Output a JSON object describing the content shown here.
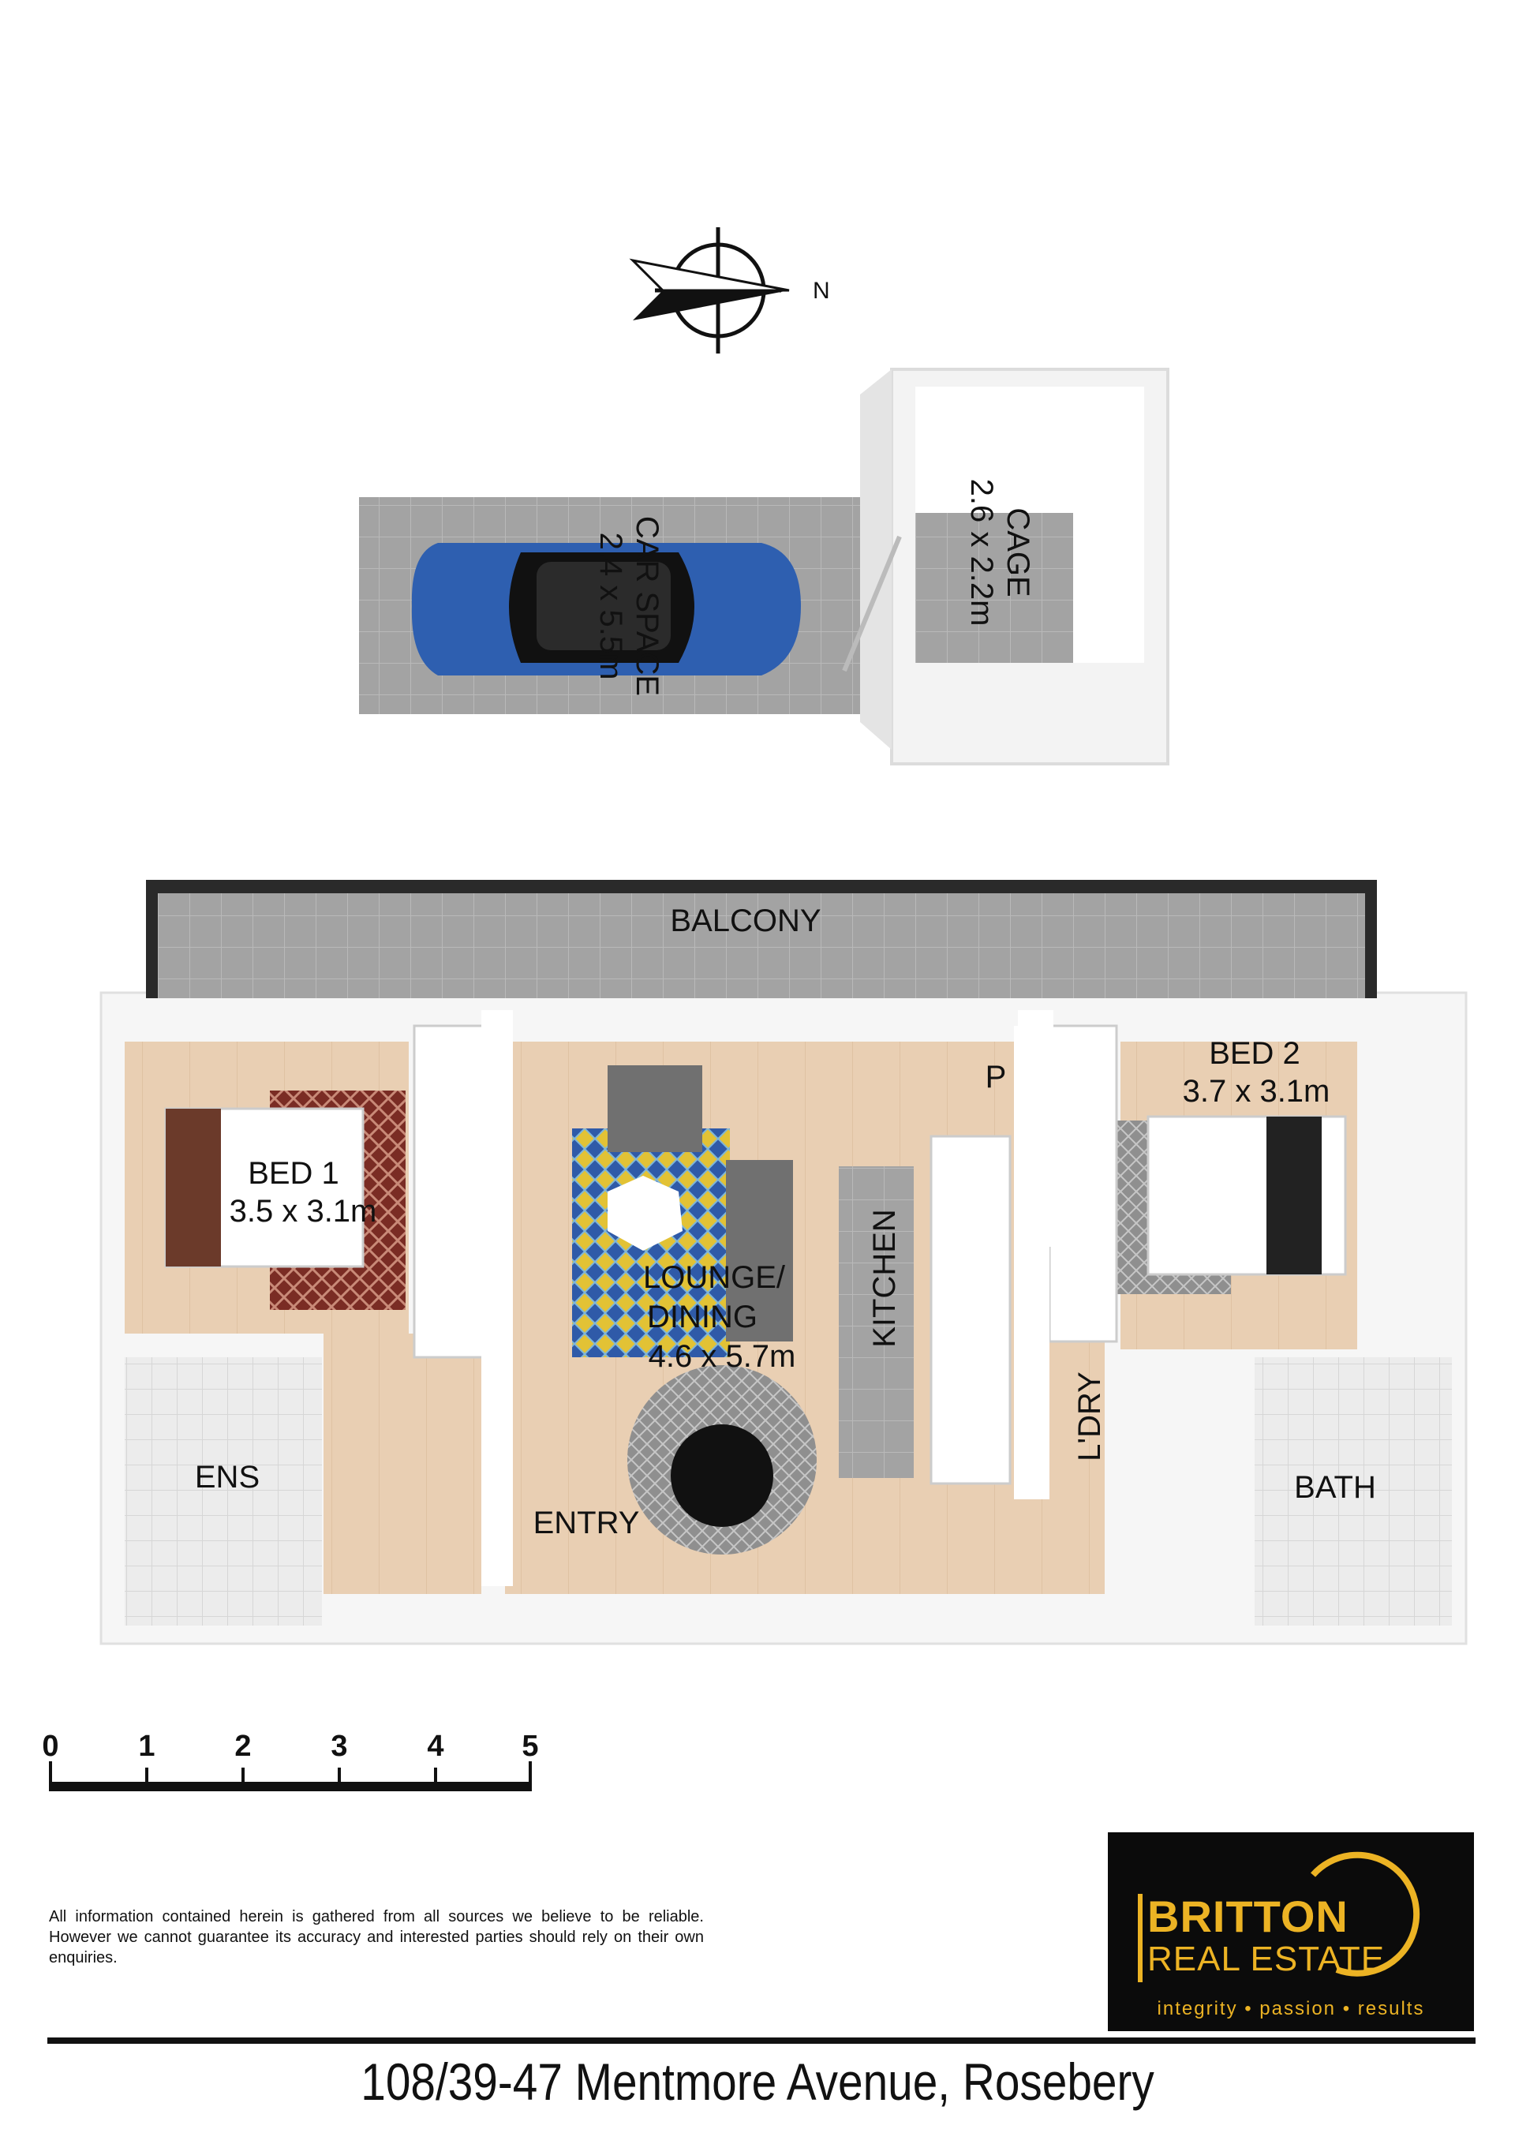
{
  "compass": {
    "north_label": "N"
  },
  "car_space": {
    "name": "CAR SPACE",
    "size": "2.4 x 5.5m"
  },
  "cage": {
    "name": "CAGE",
    "size": "2.6 x 2.2m"
  },
  "rooms": {
    "balcony": {
      "name": "BALCONY"
    },
    "bed1": {
      "name": "BED 1",
      "size": "3.5 x 3.1m"
    },
    "bed2": {
      "name": "BED 2",
      "size": "3.7 x 3.1m"
    },
    "lounge": {
      "name_line1": "LOUNGE/",
      "name_line2": "DINING",
      "size": "4.6 x 5.7m"
    },
    "kitchen": {
      "name": "KITCHEN"
    },
    "pantry": {
      "name": "P"
    },
    "laundry": {
      "name": "L'DRY"
    },
    "ensuite": {
      "name": "ENS"
    },
    "bath": {
      "name": "BATH"
    },
    "entry": {
      "name": "ENTRY"
    }
  },
  "scale_bar": {
    "ticks": [
      "0",
      "1",
      "2",
      "3",
      "4",
      "5"
    ]
  },
  "disclaimer": "All information contained herein is gathered from all sources we believe to be reliable. However we cannot guarantee its accuracy and interested parties should rely on their own enquiries.",
  "logo": {
    "line1": "BRITTON",
    "line2": "REAL ESTATE",
    "tagline": "integrity • passion • results"
  },
  "address": "108/39-47 Mentmore Avenue, Rosebery",
  "colors": {
    "brand_gold": "#ecb324",
    "logo_bg": "#0b0b0b",
    "floor_wood": "#e8cdb0",
    "tile_grey": "#9a9a9a",
    "car_blue": "#2e5fb0"
  }
}
